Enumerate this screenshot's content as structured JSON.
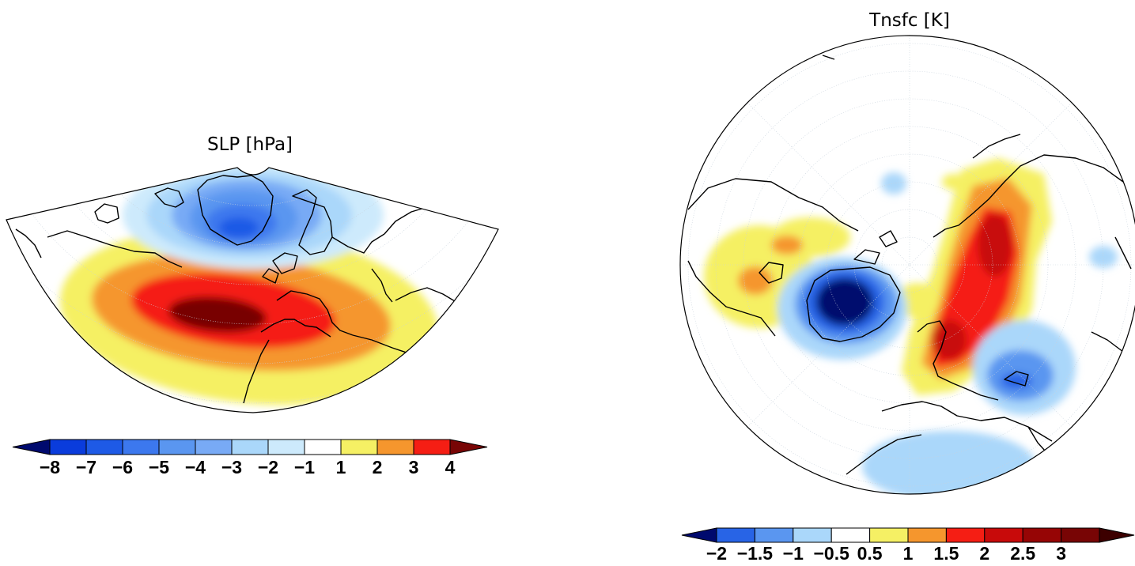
{
  "panels": [
    {
      "title": "SLP  [hPa]",
      "colorbar": {
        "labels": [
          "−8",
          "−7",
          "−6",
          "−5",
          "−4",
          "−3",
          "−2",
          "−1",
          "1",
          "2",
          "3",
          "4"
        ],
        "colors": [
          "#000a6e",
          "#0a3cdc",
          "#1e5ae6",
          "#3c78ee",
          "#5a96f0",
          "#78aaf5",
          "#aad7fa",
          "#cdeafc",
          "#ffffff",
          "#f5f064",
          "#f5962d",
          "#f51e14",
          "#780505"
        ]
      }
    },
    {
      "title": "Tnsfc   [K]",
      "colorbar": {
        "labels": [
          "−2",
          "−1.5",
          "−1",
          "−0.5",
          "0.5",
          "1",
          "1.5",
          "2",
          "2.5",
          "3"
        ],
        "colors": [
          "#000a6e",
          "#2864e6",
          "#5a96f0",
          "#aad7fa",
          "#ffffff",
          "#f5f064",
          "#f5962d",
          "#f51e14",
          "#c80a0a",
          "#960505",
          "#780505",
          "#3c0000"
        ]
      }
    }
  ]
}
